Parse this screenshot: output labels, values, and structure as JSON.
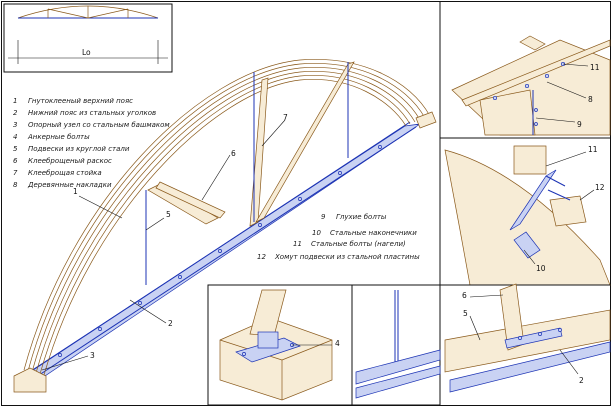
{
  "scheme": {
    "span_label": "Lo"
  },
  "legend_left": [
    {
      "n": "1",
      "text": "Гнутоклееный верхний пояс"
    },
    {
      "n": "2",
      "text": "Нижний пояс из стальных уголков"
    },
    {
      "n": "3",
      "text": "Опорный узел со стальным башмаком"
    },
    {
      "n": "4",
      "text": "Анкерные болты"
    },
    {
      "n": "5",
      "text": "Подвески из круглой стали"
    },
    {
      "n": "6",
      "text": "Клееброщеный раскос"
    },
    {
      "n": "7",
      "text": "Клееброщая стойка"
    },
    {
      "n": "8",
      "text": "Деревянные накладки"
    }
  ],
  "legend_right": [
    {
      "n": "9",
      "text": "Глухие болты"
    },
    {
      "n": "10",
      "text": "Стальные наконечники"
    },
    {
      "n": "11",
      "text": "Стальные болты (нагели)"
    },
    {
      "n": "12",
      "text": "Хомут подвески из стальной пластины"
    }
  ],
  "callouts": {
    "main": [
      "1",
      "2",
      "3",
      "5",
      "6",
      "7"
    ],
    "top_right": [
      "11",
      "8",
      "9"
    ],
    "mid_right": [
      "11",
      "12",
      "10"
    ],
    "bottom_left": [
      "4"
    ],
    "bottom_right": [
      "6",
      "5",
      "2"
    ]
  }
}
